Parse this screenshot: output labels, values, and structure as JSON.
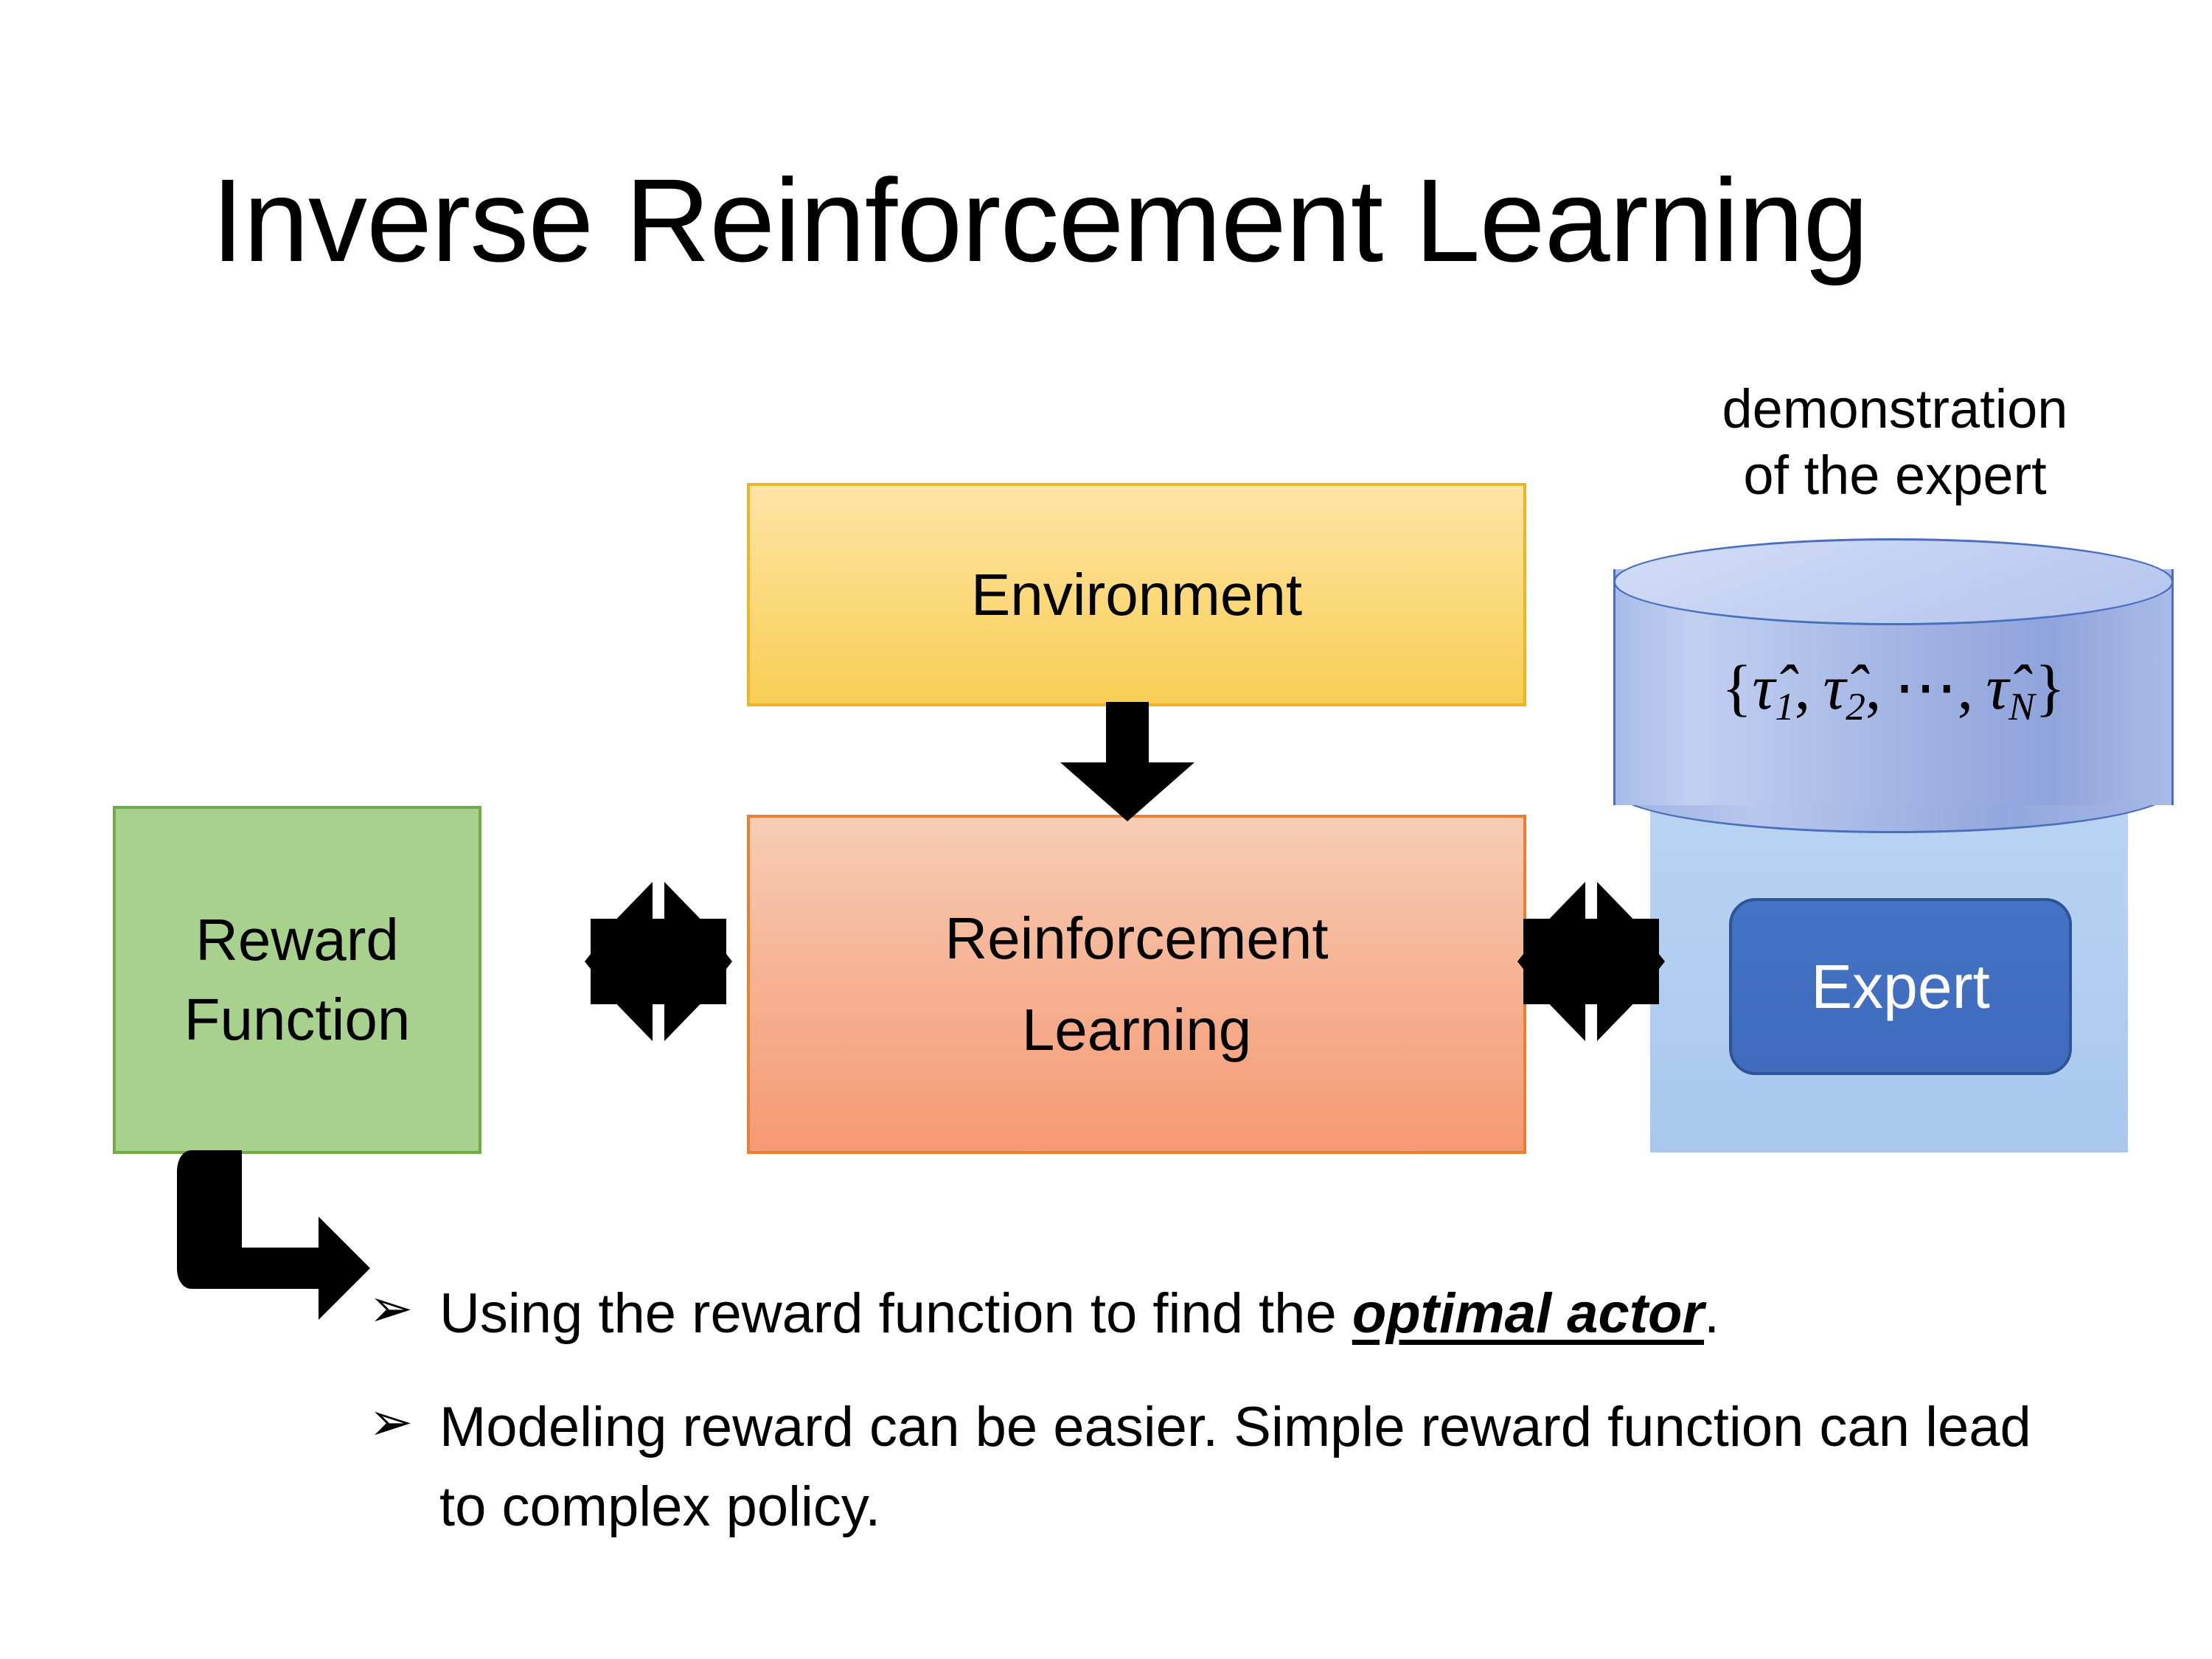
{
  "slide": {
    "title": "Inverse Reinforcement Learning",
    "background_color": "#ffffff"
  },
  "diagram": {
    "nodes": [
      {
        "id": "environment",
        "label": "Environment",
        "shape": "rectangle",
        "fill": "#FBD877",
        "border": "#F0B323",
        "text_color": "#000000"
      },
      {
        "id": "reinforcement-learning",
        "label_line1": "Reinforcement",
        "label_line2": "Learning",
        "shape": "rectangle",
        "fill": "#F6B495",
        "border": "#ED7D31",
        "text_color": "#000000"
      },
      {
        "id": "reward-function",
        "label_line1": "Reward",
        "label_line2": "Function",
        "shape": "rectangle",
        "fill": "#A9D18E",
        "border": "#70AD47",
        "text_color": "#000000"
      },
      {
        "id": "expert",
        "label": "Expert",
        "shape": "rounded-rectangle",
        "fill": "#4472C4",
        "border": "#2E5496",
        "text_color": "#FFFFFF"
      }
    ],
    "cylinder": {
      "caption_line1": "demonstration",
      "caption_line2": "of the expert",
      "formula_open": "{",
      "formula_t1": "τ̂1",
      "formula_t2": "τ̂2",
      "formula_dots": "⋯",
      "formula_tN": "τ̂N",
      "formula_close": "}",
      "formula_plain": "{τ̂1, τ̂2, ⋯, τ̂N}",
      "fill": "#9FB2E3",
      "border": "#4A6FBF"
    },
    "expert_panel": {
      "fill": "#AFCBEF"
    },
    "connectors": [
      {
        "id": "env-to-rl",
        "type": "down-arrow",
        "from": "environment",
        "to": "reinforcement-learning",
        "color": "#000000"
      },
      {
        "id": "reward-rl-quad",
        "type": "quad-arrow",
        "from": "reward-function",
        "to": "reinforcement-learning",
        "color": "#000000"
      },
      {
        "id": "rl-expert-quad",
        "type": "quad-arrow",
        "from": "reinforcement-learning",
        "to": "expert",
        "color": "#000000"
      },
      {
        "id": "reward-to-bullet",
        "type": "elbow-arrow",
        "from": "reward-function",
        "to": "bullet-1",
        "color": "#000000"
      }
    ]
  },
  "bullets": {
    "marker": "➢",
    "items": [
      {
        "id": "bullet-1",
        "prefix": "Using the reward function to find the ",
        "emphasis": "optimal actor",
        "suffix": "."
      },
      {
        "id": "bullet-2",
        "prefix": "Modeling reward can be easier. Simple reward function can lead to complex policy.",
        "emphasis": "",
        "suffix": ""
      }
    ]
  }
}
